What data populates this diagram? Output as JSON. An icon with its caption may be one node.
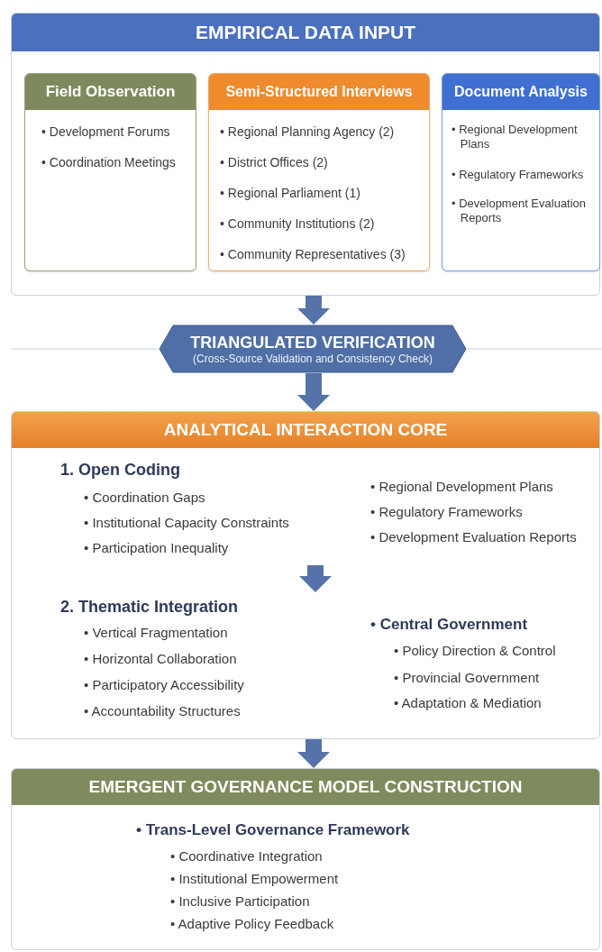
{
  "diagram": {
    "nodes": [
      {
        "text": [
          "EMPIRICAL DATA INPUT"
        ]
      },
      {
        "text": [
          "Field Observation",
          "• Development Forums",
          "• Coordination Meetings"
        ],
        "in": 0
      },
      {
        "text": [
          "Semi-Structured Interviews",
          "• Regional Planning Agency (2)",
          "• District Offices (2)",
          "• Regional Parliament (1)",
          "• Community Institutions (2)",
          "• Community Representatives (3)"
        ],
        "in": 0
      },
      {
        "text": [
          "Document Analysis",
          "• Regional Development Plans",
          "• Regulatory Frameworks",
          "• Development Evaluation Reports"
        ],
        "in": 0
      },
      {
        "text": [
          "TRIANGULATED VERIFICATION",
          "(Cross-Source Validation and Consistency Check)"
        ]
      },
      {
        "text": [
          "ANALYTICAL INTERACTION CORE"
        ]
      },
      {
        "text": [
          "1. Open Coding",
          "• Coordination Gaps",
          "• Institutional Capacity Constraints",
          "• Participation Inequality",
          "• Regional Development Plans",
          "• Regulatory Frameworks",
          "• Development Evaluation Reports"
        ],
        "in": 5
      },
      {
        "text": [
          "2. Thematic Integration",
          "• Vertical Fragmentation",
          "• Horizontal Collaboration",
          "• Participatory Accessibility",
          "• Accountability Structures",
          "• Central Government",
          "• Policy Direction & Control",
          "• Provincial Government",
          "• Adaptation & Mediation"
        ],
        "in": 5
      },
      {
        "text": [
          "EMERGENT GOVERNANCE MODEL CONSTRUCTION",
          "• Trans-Level Governance Framework",
          "• Coordinative Integration",
          "• Institutional Empowerment",
          "• Inclusive Participation",
          "• Adaptive Policy Feedback"
        ]
      }
    ],
    "edges": [
      {
        "from": 0,
        "to": 4,
        "arrow": "to"
      },
      {
        "from": 4,
        "to": 5,
        "arrow": "to"
      },
      {
        "from": 6,
        "to": 7,
        "arrow": "to"
      },
      {
        "from": 5,
        "to": 8,
        "arrow": "to"
      }
    ]
  }
}
